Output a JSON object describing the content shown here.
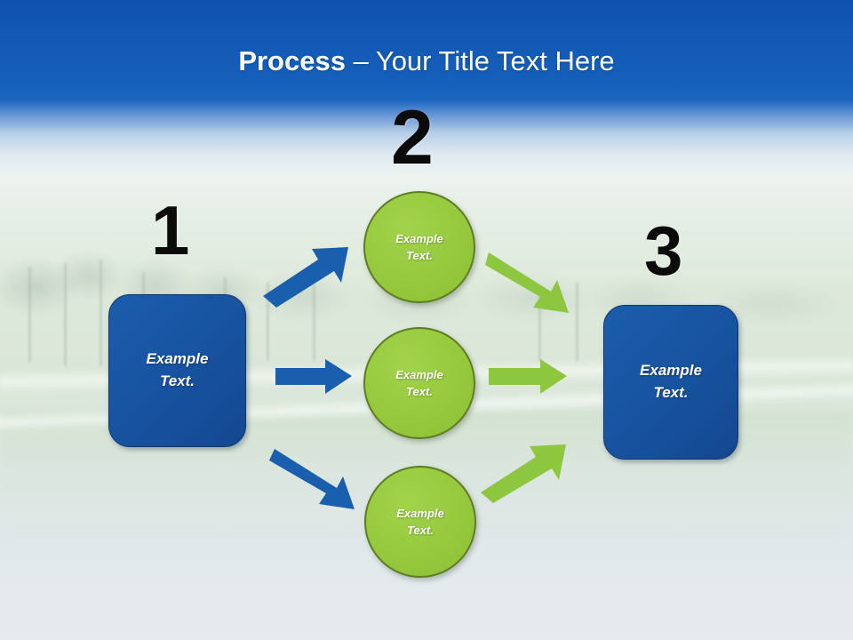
{
  "slide": {
    "title_bold": "Process",
    "title_separator": " – ",
    "title_rest": "Your Title Text Here",
    "background": "golf-course-photo-with-blue-sky-band"
  },
  "colors": {
    "title_band_blue": "#0f52ae",
    "box_blue": "#17529f",
    "box_blue_border": "#10386f",
    "circle_green": "#96c93d",
    "circle_green_border": "#5d7d23",
    "arrow_blue": "#1a5fad",
    "arrow_green": "#8dc63f",
    "numeral_black": "#0b0b0b",
    "label_white": "#ffffff"
  },
  "steps": {
    "numerals": [
      {
        "name": "step-1",
        "value": "1"
      },
      {
        "name": "step-2",
        "value": "2"
      },
      {
        "name": "step-3",
        "value": "3"
      }
    ]
  },
  "nodes": {
    "box_left": {
      "line1": "Example",
      "line2": "Text."
    },
    "circle_top": {
      "line1": "Example",
      "line2": "Text."
    },
    "circle_middle": {
      "line1": "Example",
      "line2": "Text."
    },
    "circle_bottom": {
      "line1": "Example",
      "line2": "Text."
    },
    "box_right": {
      "line1": "Example",
      "line2": "Text."
    }
  },
  "connectors": [
    {
      "name": "arrow-left-to-top",
      "color": "#1a5fad",
      "direction": "up-right"
    },
    {
      "name": "arrow-left-to-middle",
      "color": "#1a5fad",
      "direction": "right"
    },
    {
      "name": "arrow-left-to-bottom",
      "color": "#1a5fad",
      "direction": "down-right"
    },
    {
      "name": "arrow-top-to-right",
      "color": "#8dc63f",
      "direction": "down-right"
    },
    {
      "name": "arrow-middle-to-right",
      "color": "#8dc63f",
      "direction": "right"
    },
    {
      "name": "arrow-bottom-to-right",
      "color": "#8dc63f",
      "direction": "up-right"
    }
  ]
}
